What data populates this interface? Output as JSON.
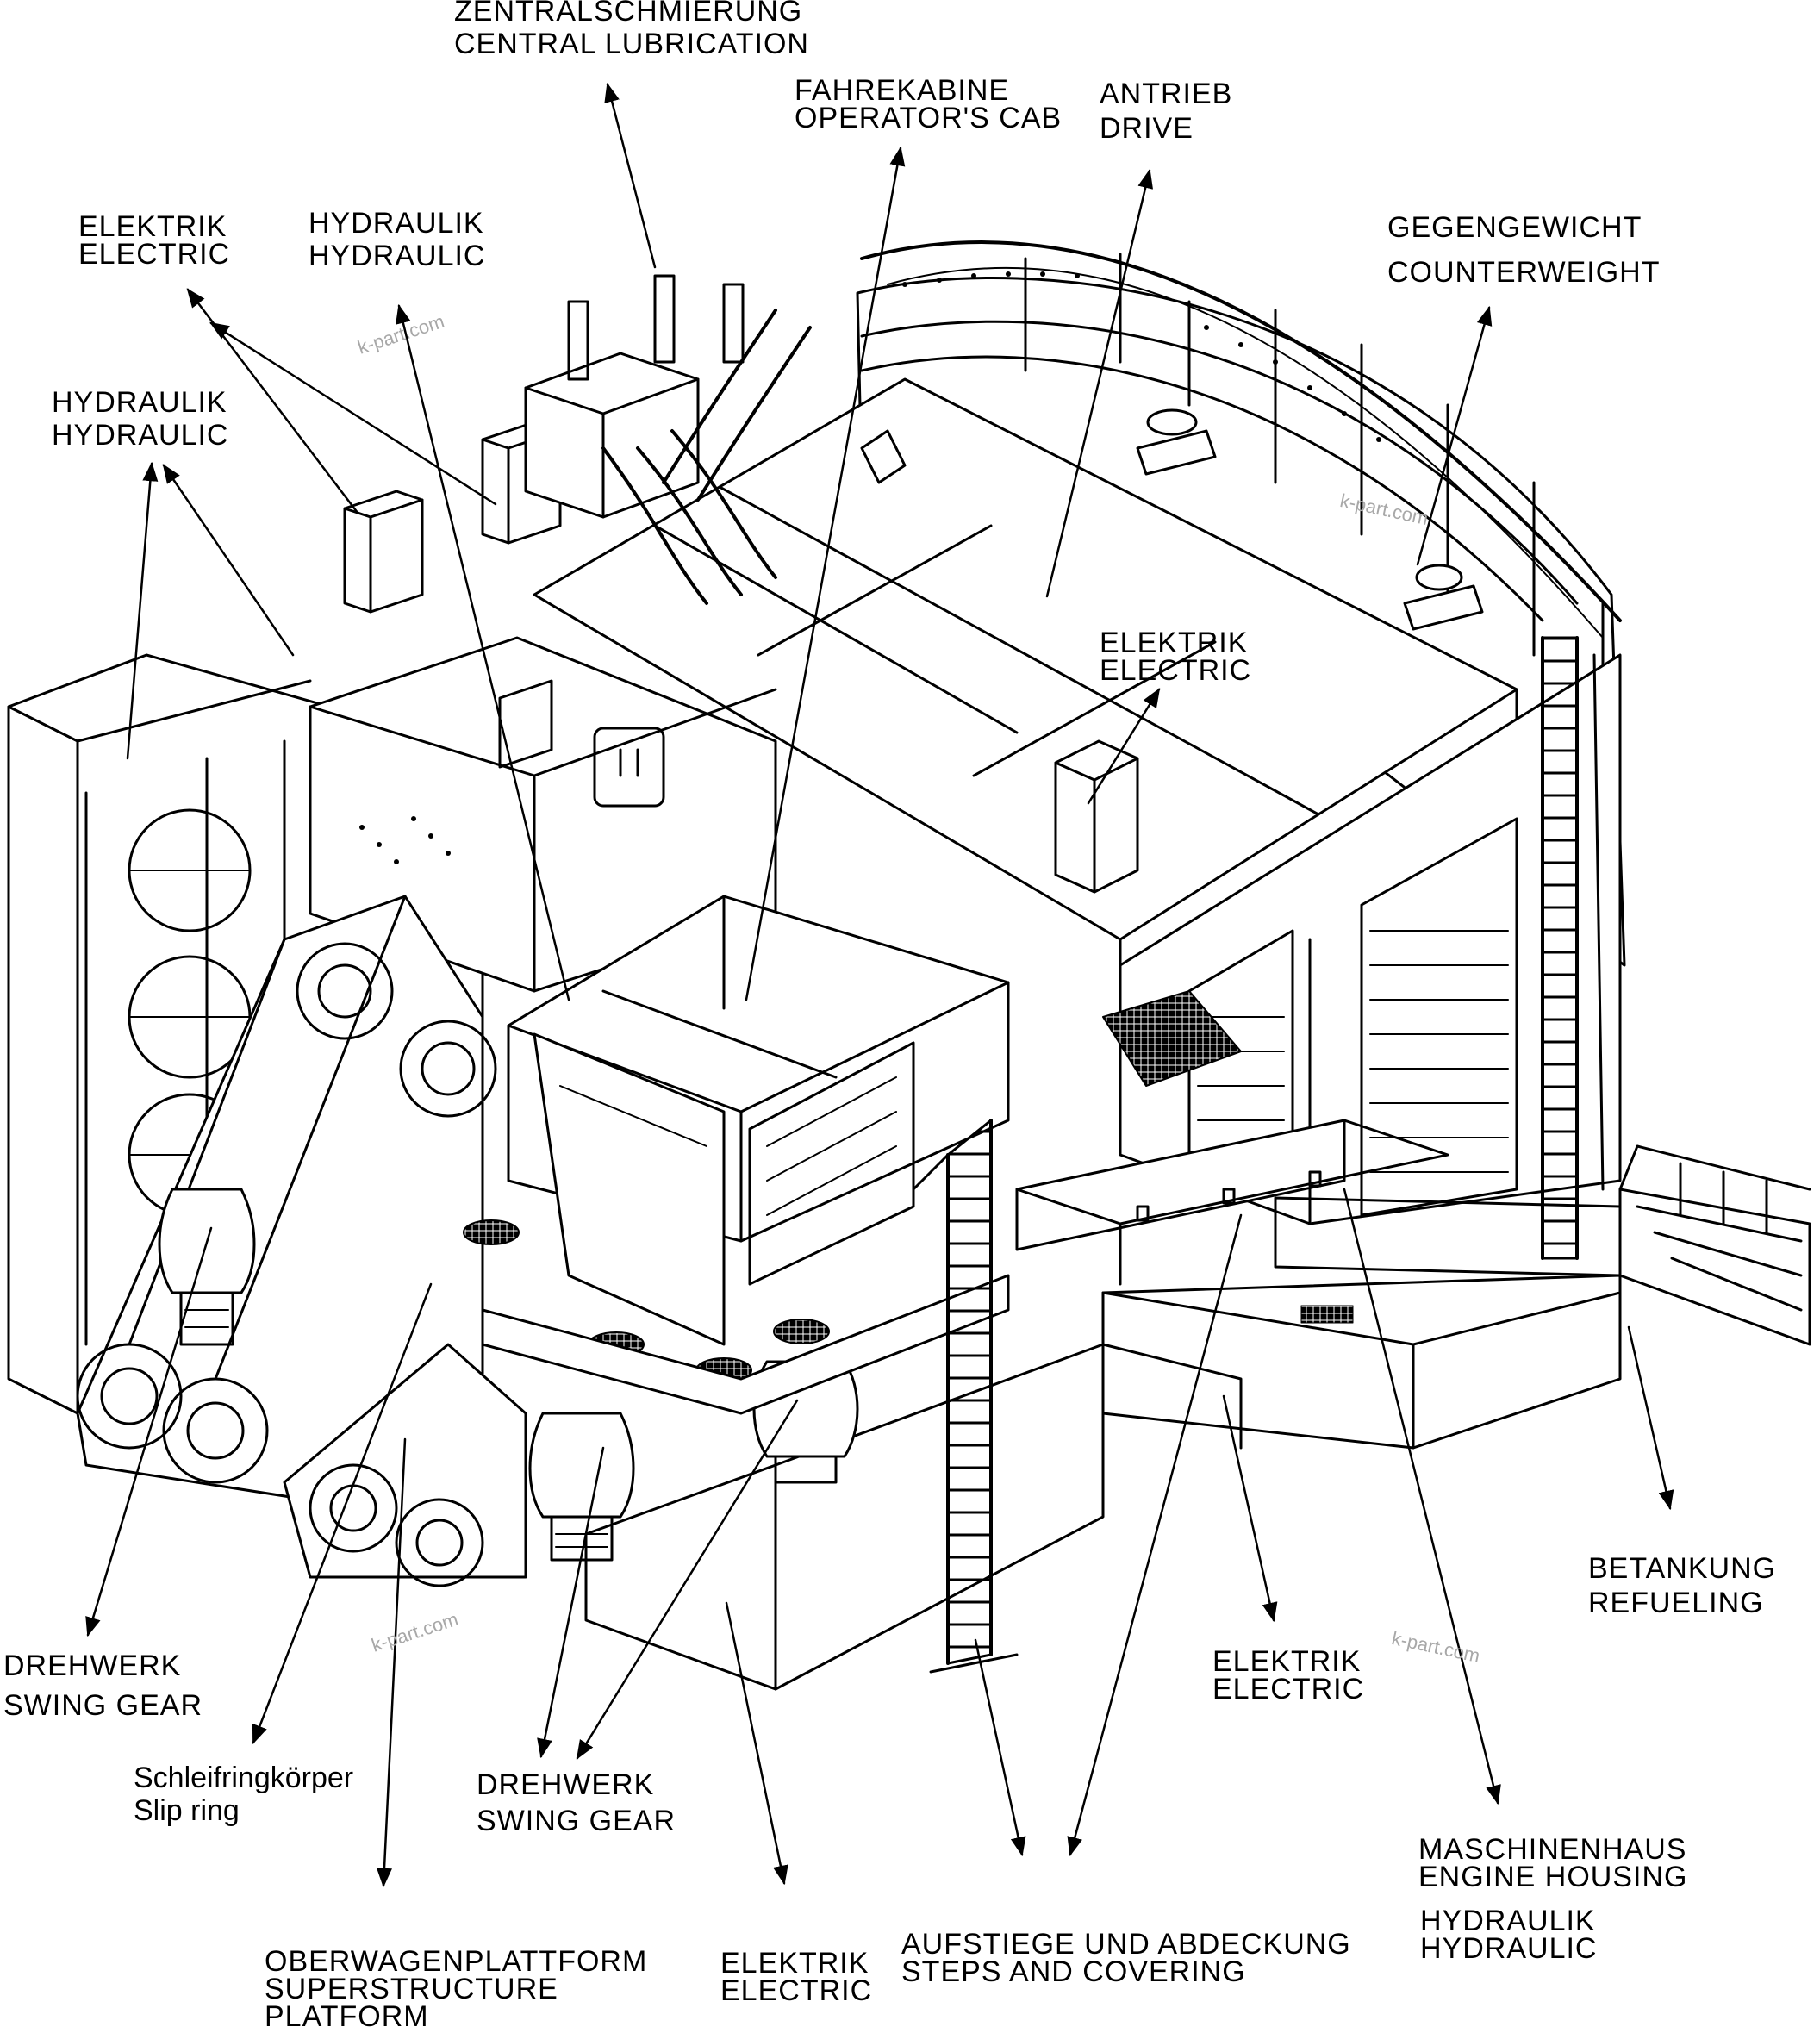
{
  "watermark": "k-part.com",
  "labels": {
    "central_lubrication": {
      "de": "ZENTRALSCHMIERUNG",
      "en": "CENTRAL LUBRICATION"
    },
    "operators_cab": {
      "de": "FAHREKABINE",
      "en": "OPERATOR'S CAB"
    },
    "drive": {
      "de": "ANTRIEB",
      "en": "DRIVE"
    },
    "counterweight": {
      "de": "GEGENGEWICHT",
      "en": "COUNTERWEIGHT"
    },
    "electric_top_left": {
      "de": "ELEKTRIK",
      "en": "ELECTRIC"
    },
    "hydraulic_top": {
      "de": "HYDRAULIK",
      "en": "HYDRAULIC"
    },
    "hydraulic_left": {
      "de": "HYDRAULIK",
      "en": "HYDRAULIC"
    },
    "electric_mid": {
      "de": "ELEKTRIK",
      "en": "ELECTRIC"
    },
    "swing_gear_left": {
      "de": "DREHWERK",
      "en": "SWING GEAR"
    },
    "slip_ring": {
      "de": "Schleifringkörper",
      "en": "Slip ring"
    },
    "swing_gear_center": {
      "de": "DREHWERK",
      "en": "SWING GEAR"
    },
    "superstructure_platform": {
      "de": "OBERWAGENPLATTFORM",
      "en1": "SUPERSTRUCTURE",
      "en2": "PLATFORM"
    },
    "electric_bottom": {
      "de": "ELEKTRIK",
      "en": "ELECTRIC"
    },
    "steps_covering": {
      "de": "AUFSTIEGE UND ABDECKUNG",
      "en": "STEPS AND COVERING"
    },
    "electric_right": {
      "de": "ELEKTRIK",
      "en": "ELECTRIC"
    },
    "engine_housing": {
      "de": "MASCHINENHAUS",
      "en": "ENGINE HOUSING"
    },
    "hydraulic_bottom_right": {
      "de": "HYDRAULIK",
      "en": "HYDRAULIC"
    },
    "refueling": {
      "de": "BETANKUNG",
      "en": "REFUELING"
    }
  }
}
